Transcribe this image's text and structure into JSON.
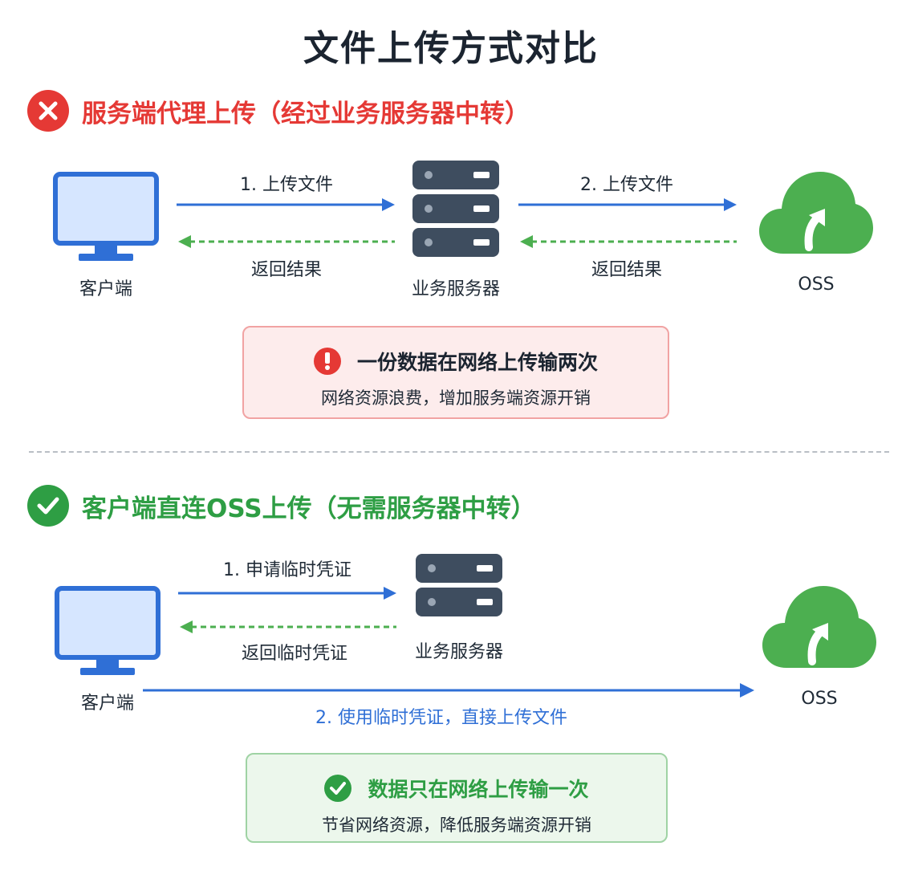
{
  "title": "文件上传方式对比",
  "colors": {
    "bad": "#e53935",
    "good": "#2e9e44",
    "arrow_blue": "#2f6fd6",
    "arrow_green": "#4caf50",
    "server": "#3e4d5f",
    "monitor": "#2f6fd6",
    "cloud": "#4caf50"
  },
  "section1": {
    "heading": "服务端代理上传（经过业务服务器中转）",
    "nodes": {
      "client": "客户端",
      "server": "业务服务器",
      "oss": "OSS"
    },
    "arrows": {
      "upload1": "1. 上传文件",
      "upload2": "2. 上传文件",
      "return1": "返回结果",
      "return2": "返回结果"
    },
    "note": {
      "title": "一份数据在网络上传输两次",
      "subtitle": "网络资源浪费，增加服务端资源开销"
    }
  },
  "section2": {
    "heading": "客户端直连OSS上传（无需服务器中转）",
    "nodes": {
      "client": "客户端",
      "server": "业务服务器",
      "oss": "OSS"
    },
    "arrows": {
      "request": "1. 申请临时凭证",
      "return": "返回临时凭证",
      "direct": "2. 使用临时凭证，直接上传文件"
    },
    "note": {
      "title": "数据只在网络上传输一次",
      "subtitle": "节省网络资源，降低服务端资源开销"
    }
  }
}
